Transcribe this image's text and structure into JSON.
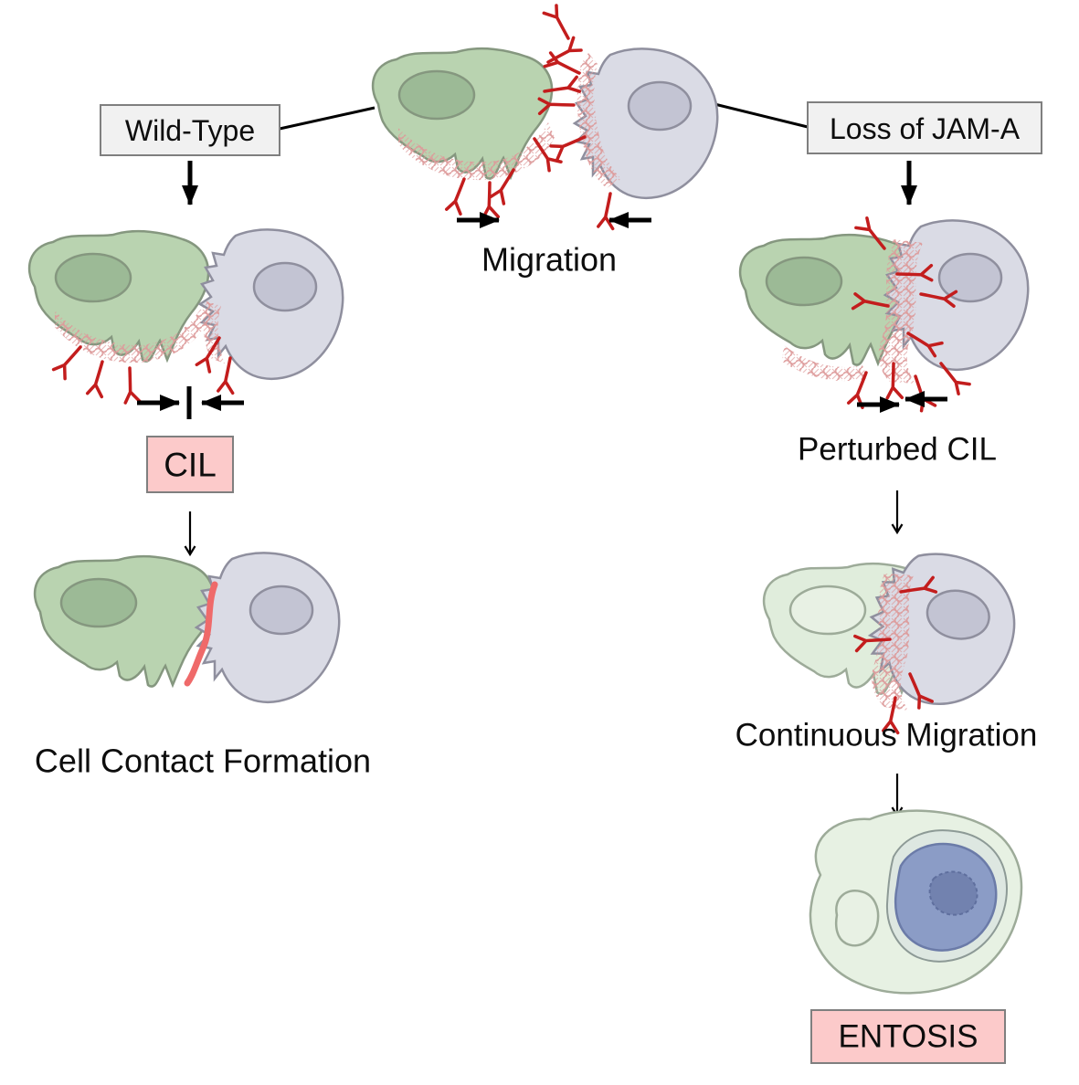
{
  "figure": {
    "top": {
      "migration_label": "Migration"
    },
    "branch_left": {
      "condition_label": "Wild-Type",
      "cil_label": "CIL",
      "outcome_label": "Cell Contact Formation"
    },
    "branch_right": {
      "condition_label": "Loss of JAM-A",
      "perturbed_cil_label": "Perturbed CIL",
      "continuous_migration_label": "Continuous Migration",
      "outcome_label": "ENTOSIS"
    }
  },
  "colors": {
    "green_cell": "#b9d3b0",
    "green_nucleus": "#9cba96",
    "gray_cell": "#dadbe5",
    "gray_nucleus": "#c3c4d3",
    "pale_green_cell": "#e0eddc",
    "pale_green_nucleus": "#e8f1e4",
    "pale_stroke": "#9dab99",
    "cell_stroke_green": "#85977f",
    "cell_stroke_gray": "#8f8f9e",
    "entosis_outer": "#e7f1e3",
    "engulfed_body": "#dde7e1",
    "blue_nucleus": "#8b9cc6",
    "blue_nucleus_inner": "#7282af",
    "actin_red": "#c31d1d",
    "mesh_pink": "#dd9a9a",
    "junction_red": "#ef6a6a",
    "box_gray": "#f1f1f1",
    "box_pink": "#fccaca",
    "box_border": "#7f7f7f"
  }
}
